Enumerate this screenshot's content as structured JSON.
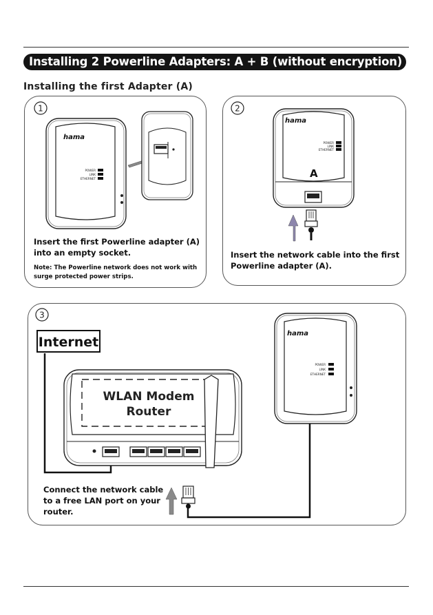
{
  "banner_title": "Installing 2 Powerline Adapters: A + B (without encryption)",
  "section_title": "Installing the first Adapter (A)",
  "steps": {
    "one": {
      "number": "1",
      "caption_line1": "Insert the first Powerline adapter (A)",
      "caption_line2": "into an empty socket.",
      "note_line1": "Note: The Powerline network does not work with",
      "note_line2": "surge protected power strips."
    },
    "two": {
      "number": "2",
      "adapter_letter": "A",
      "caption_line1": "Insert the network cable into the first",
      "caption_line2": "Powerline adapter (A)."
    },
    "three": {
      "number": "3",
      "internet_label": "Internet",
      "router_line1": "WLAN Modem",
      "router_line2": "Router",
      "caption_line1": "Connect the network cable",
      "caption_line2": "to a free LAN port on your",
      "caption_line3": "router."
    }
  },
  "adapter": {
    "brand": "hama",
    "led_power": "POWER",
    "led_link": "LINK",
    "led_ethernet": "ETHERNET"
  },
  "colors": {
    "banner_bg": "#141414",
    "arrow_grey": "#8a8a8a",
    "arrow_purple": "#8d86ad"
  }
}
